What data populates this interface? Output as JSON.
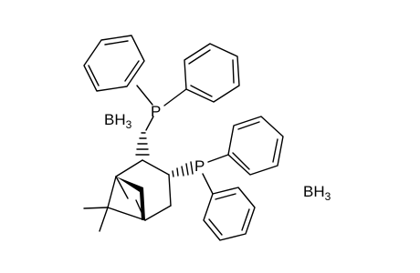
{
  "molecule": {
    "atoms": {
      "p_upper": "P",
      "p_lower": "P",
      "borane_left": {
        "main": "BH",
        "sub": "3"
      },
      "borane_right": {
        "main": "BH",
        "sub": "3"
      }
    }
  }
}
